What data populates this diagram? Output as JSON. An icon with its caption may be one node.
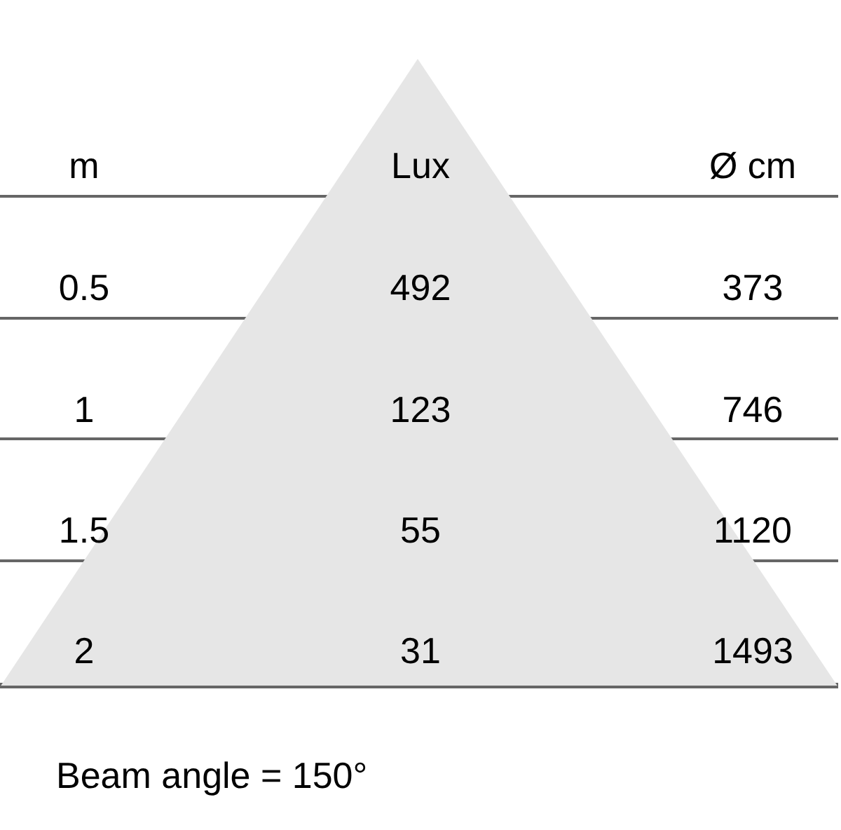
{
  "diagram": {
    "caption": "Beam angle = 150°",
    "labels": [
      "m",
      "Lux",
      "Ø cm",
      "0.5",
      "492",
      "373",
      "1",
      "123",
      "746",
      "1.5",
      "55",
      "1120",
      "2",
      "31",
      "1493"
    ]
  }
}
